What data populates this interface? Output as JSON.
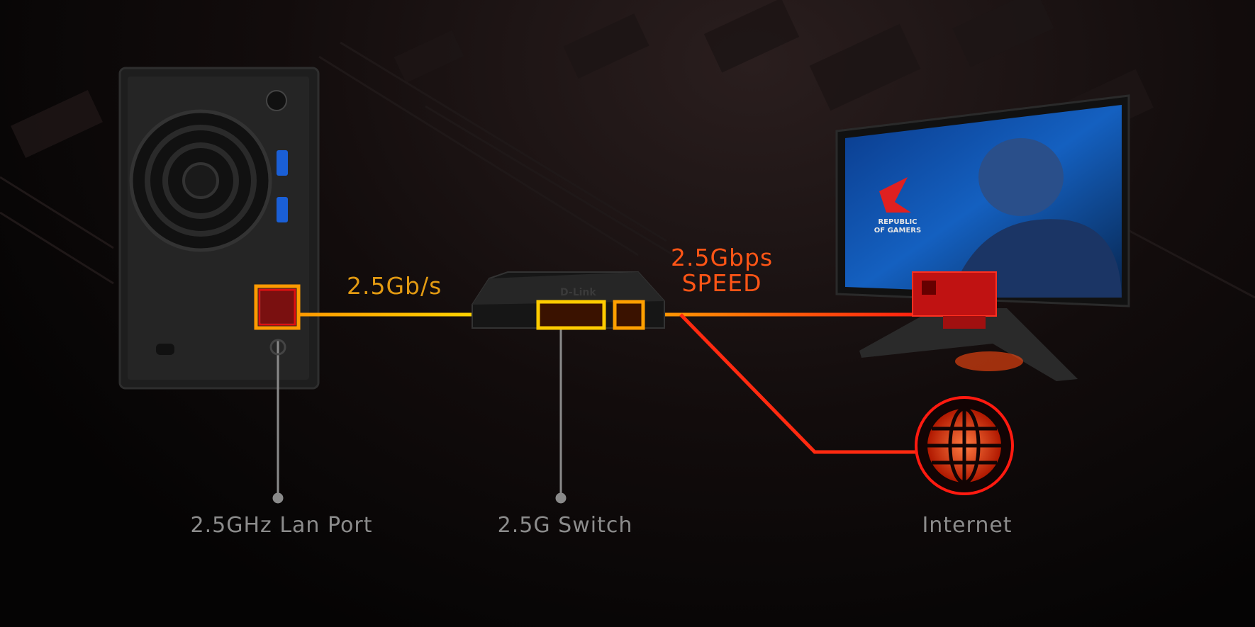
{
  "labels": {
    "lan_port": "2.5GHz Lan Port",
    "switch": "2.5G Switch",
    "internet": "Internet"
  },
  "speed_labels": {
    "nas_to_switch": "2.5Gb/s",
    "switch_to_pc_line1": "2.5Gbps",
    "switch_to_pc_line2": "SPEED"
  },
  "brand_marks": {
    "switch_brand": "D-Link",
    "monitor_screen": "REPUBLIC OF GAMERS"
  },
  "colors": {
    "yellow_link": "#ffcc00",
    "orange_link": "#ff8c00",
    "red_link": "#ff2a10",
    "label_gray": "#8c8c8c"
  }
}
